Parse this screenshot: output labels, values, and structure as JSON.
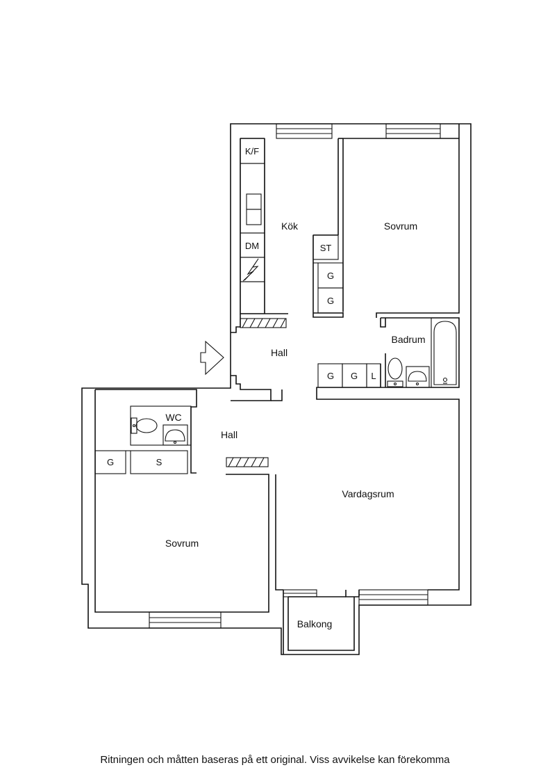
{
  "rooms": {
    "kitchen": "Kök",
    "bedroom_top": "Sovrum",
    "hall_upper": "Hall",
    "bathroom": "Badrum",
    "wc": "WC",
    "hall_lower": "Hall",
    "living_room": "Vardagsrum",
    "bedroom_bottom": "Sovrum",
    "balcony": "Balkong"
  },
  "fixtures": {
    "fridge_freezer": "K/F",
    "dishwasher": "DM",
    "closet_st": "ST",
    "wardrobe_g1": "G",
    "wardrobe_g2": "G",
    "bath_g1": "G",
    "bath_g2": "G",
    "bath_l": "L",
    "hall_g": "G",
    "hall_s": "S"
  },
  "footer": "Ritningen och måtten baseras på ett original. Viss avvikelse kan förekomma"
}
